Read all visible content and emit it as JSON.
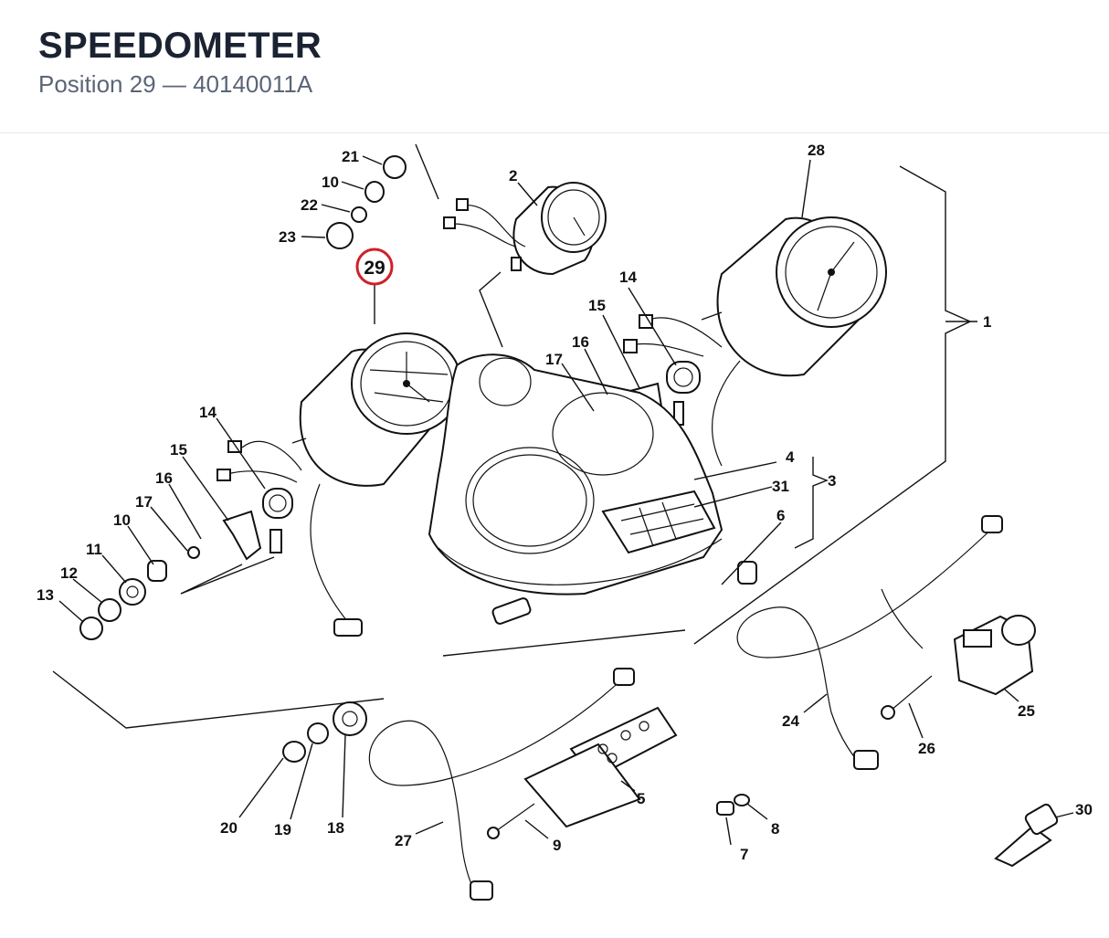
{
  "header": {
    "title": "SPEEDOMETER",
    "subtitle": "Position 29 — 40140011A"
  },
  "highlight": {
    "label": "29",
    "color": "#d0202a"
  },
  "callouts": {
    "c1": "1",
    "c2": "2",
    "c3": "3",
    "c4": "4",
    "c5": "5",
    "c6": "6",
    "c7": "7",
    "c8": "8",
    "c9": "9",
    "c10a": "10",
    "c10b": "10",
    "c11": "11",
    "c12": "12",
    "c13": "13",
    "c14a": "14",
    "c14b": "14",
    "c15a": "15",
    "c15b": "15",
    "c16a": "16",
    "c16b": "16",
    "c17a": "17",
    "c17b": "17",
    "c18": "18",
    "c19": "19",
    "c20": "20",
    "c21": "21",
    "c22": "22",
    "c23": "23",
    "c24": "24",
    "c25": "25",
    "c26": "26",
    "c27": "27",
    "c28": "28",
    "c30": "30",
    "c31": "31"
  }
}
